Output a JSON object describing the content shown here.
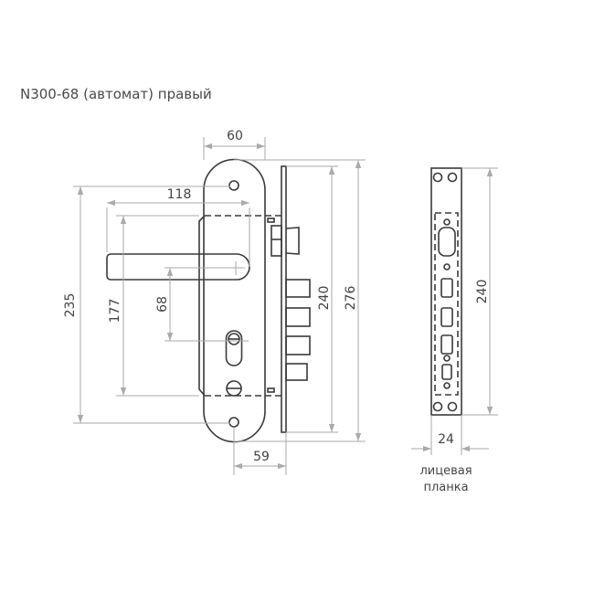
{
  "title": "N300-68 (автомат) правый",
  "dimensions": {
    "plate_width": "60",
    "handle_length": "118",
    "plate_holes_distance": "235",
    "case_height": "177",
    "handle_to_cylinder": "68",
    "faceplate_length": "240",
    "total_height": "276",
    "backset": "59",
    "strike_length": "240",
    "strike_width": "24"
  },
  "strike_label": [
    "лицевая",
    "планка"
  ],
  "colors": {
    "outline": "#3a3a3a",
    "dimension": "#aaaaaa",
    "text": "#444444"
  }
}
